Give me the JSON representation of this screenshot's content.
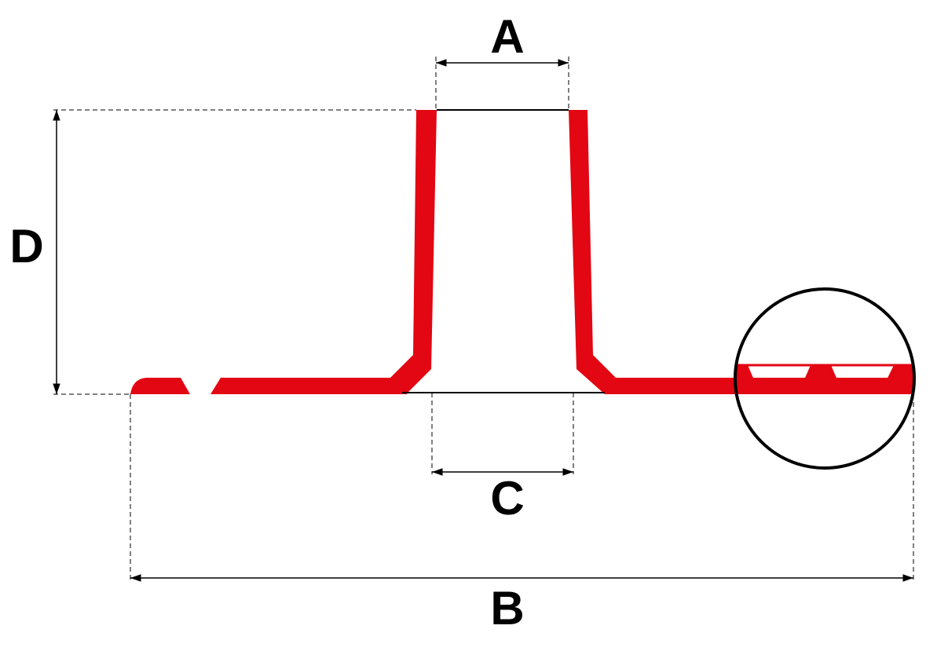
{
  "labels": {
    "a": "A",
    "b": "B",
    "c": "C",
    "d": "D"
  },
  "colors": {
    "profile": "#e30613",
    "ink": "#000000",
    "background": "#ffffff"
  }
}
